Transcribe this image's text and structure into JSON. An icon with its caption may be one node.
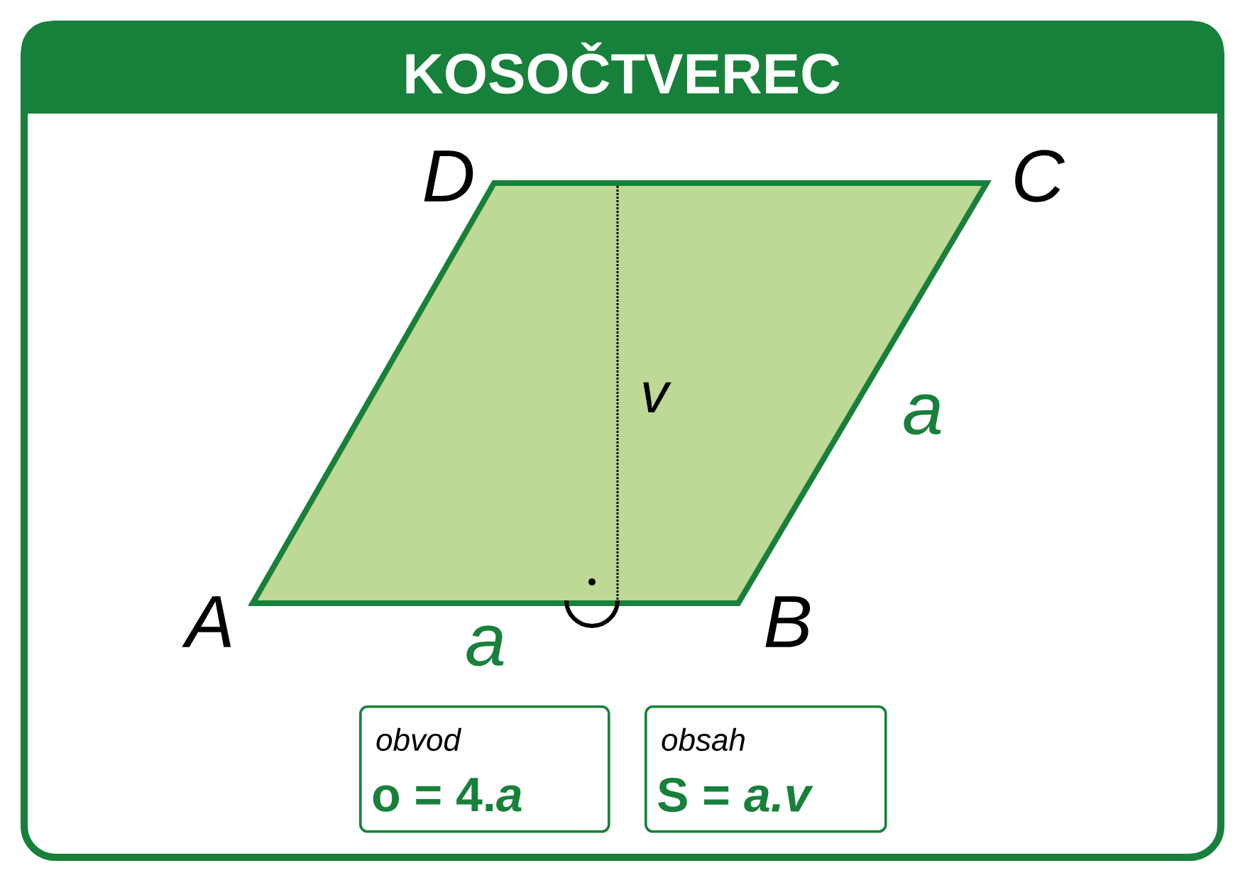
{
  "diagram": {
    "title": "KOSOČTVEREC",
    "nodes": [
      {
        "text": [
          "v"
        ]
      },
      {
        "text": [
          "obvod",
          "o = 4.*a*"
        ]
      },
      {
        "text": [
          "obsah",
          "S = *a.v*"
        ]
      }
    ],
    "labels": [
      "D",
      "C",
      "a",
      "A",
      "B",
      "a"
    ]
  }
}
